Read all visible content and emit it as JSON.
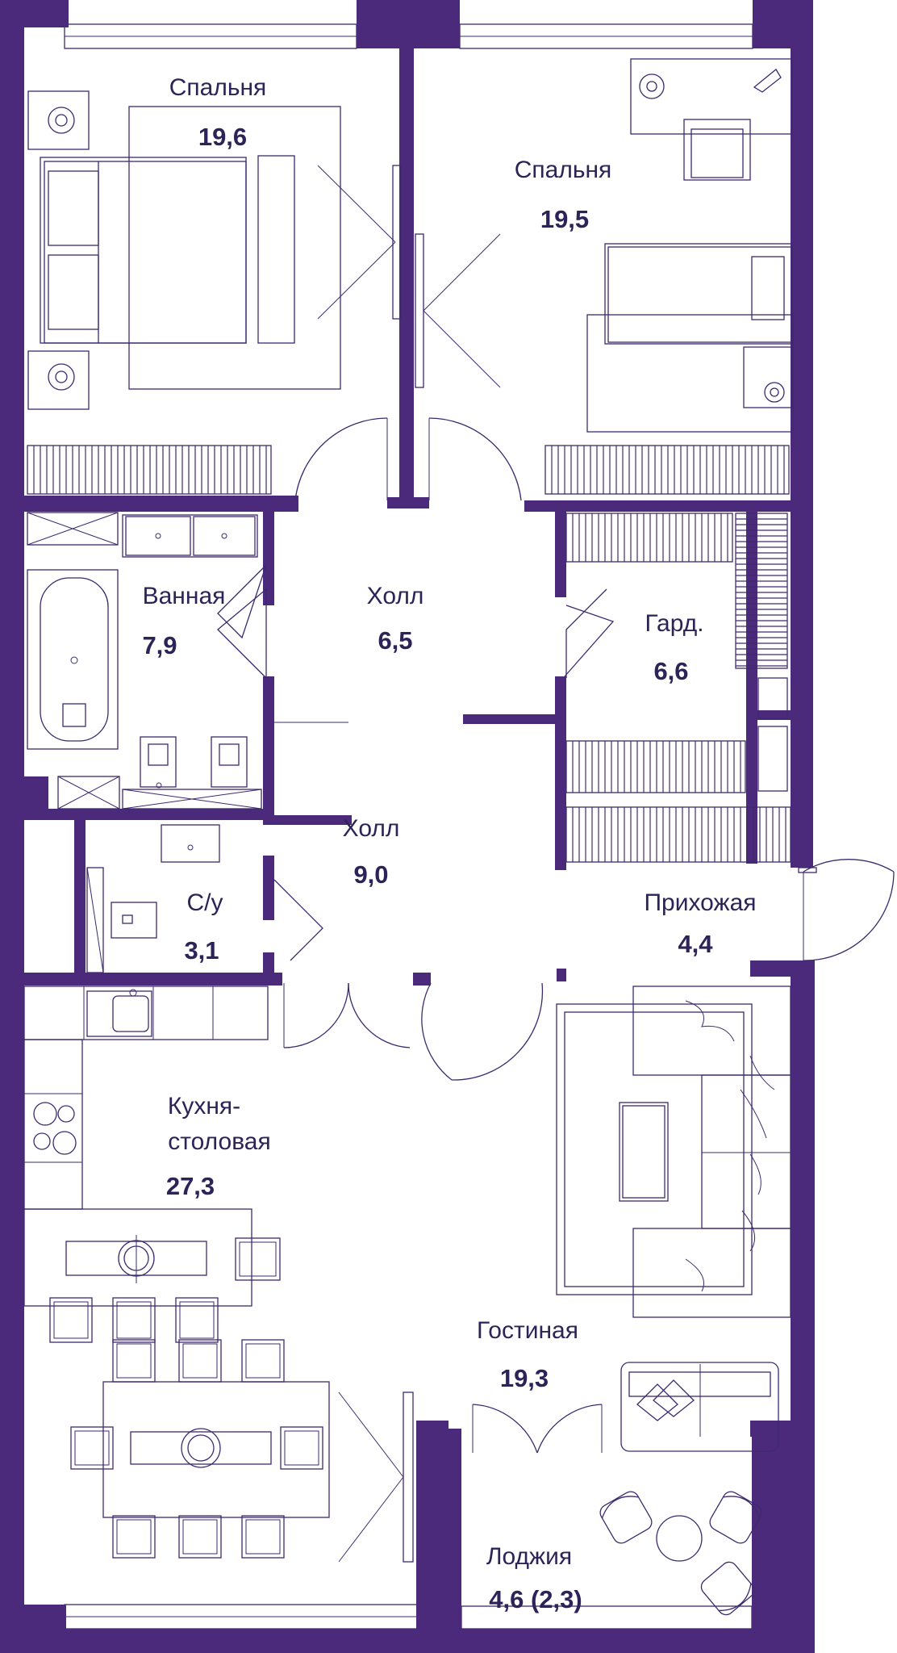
{
  "accent_color": "#4b2a7b",
  "line_color": "#3d2a6e",
  "text_color": "#2e2358",
  "rooms": {
    "bedroom1": {
      "name": "Спальня",
      "area": "19,6"
    },
    "bedroom2": {
      "name": "Спальня",
      "area": "19,5"
    },
    "bathroom": {
      "name": "Ванная",
      "area": "7,9"
    },
    "hall1": {
      "name": "Холл",
      "area": "6,5"
    },
    "wardrobe": {
      "name": "Гард.",
      "area": "6,6"
    },
    "hall2": {
      "name": "Холл",
      "area": "9,0"
    },
    "wc": {
      "name": "С/у",
      "area": "3,1"
    },
    "entrance": {
      "name": "Прихожая",
      "area": "4,4"
    },
    "kitchen": {
      "name_line1": "Кухня-",
      "name_line2": "столовая",
      "area": "27,3"
    },
    "living": {
      "name": "Гостиная",
      "area": "19,3"
    },
    "loggia": {
      "name": "Лоджия",
      "area": "4,6 (2,3)"
    }
  },
  "icons": [
    "bed-icon",
    "nightstand-icon",
    "bathtub-icon",
    "sink-icon",
    "toilet-icon",
    "stove-icon",
    "kitchen-sink-icon",
    "dining-table-icon",
    "chair-icon",
    "sofa-icon",
    "armchair-icon",
    "radiator-icon",
    "door-swing-icon",
    "window-icon",
    "wardrobe-icon",
    "desk-icon"
  ]
}
